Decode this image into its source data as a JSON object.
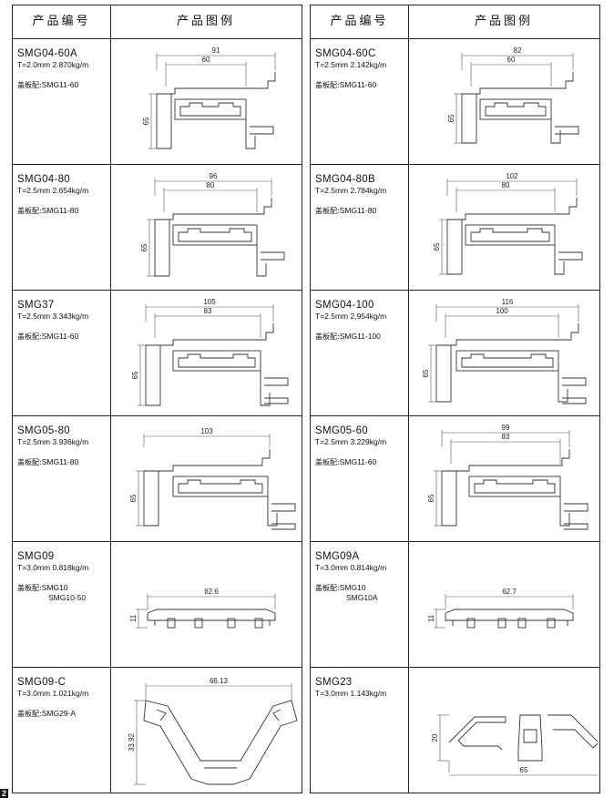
{
  "header": {
    "col_code": "产品编号",
    "col_figure": "产品图例"
  },
  "cover_label": "盖板配:",
  "left": [
    {
      "code": "SMG04-60A",
      "spec": "T=2.0mm  2.870kg/m",
      "cover": [
        "SMG11-60"
      ],
      "dims": [
        "91",
        "60",
        "65"
      ]
    },
    {
      "code": "SMG04-80",
      "spec": "T=2.5mm  2.654kg/m",
      "cover": [
        "SMG11-80"
      ],
      "dims": [
        "96",
        "80",
        "65"
      ]
    },
    {
      "code": "SMG37",
      "spec": "T=2.5mm  3.343kg/m",
      "cover": [
        "SMG11-60"
      ],
      "dims": [
        "105",
        "83",
        "65"
      ]
    },
    {
      "code": "SMG05-80",
      "spec": "T=2.5mm  3.936kg/m",
      "cover": [
        "SMG11-80"
      ],
      "dims": [
        "103",
        "65"
      ]
    },
    {
      "code": "SMG09",
      "spec": "T=3.0mm  0.818kg/m",
      "cover": [
        "SMG10",
        "SMG10-50"
      ],
      "dims": [
        "62.6",
        "11"
      ]
    },
    {
      "code": "SMG09-C",
      "spec": "T=3.0mm  1.021kg/m",
      "cover": [
        "SMG29-A"
      ],
      "dims": [
        "66.13",
        "33.92"
      ]
    }
  ],
  "right": [
    {
      "code": "SMG04-60C",
      "spec": "T=2.5mm  2.142kg/m",
      "cover": [
        "SMG11-60"
      ],
      "dims": [
        "82",
        "60",
        "65"
      ]
    },
    {
      "code": "SMG04-80B",
      "spec": "T=2.5mm  2.784kg/m",
      "cover": [
        "SMG11-80"
      ],
      "dims": [
        "102",
        "80",
        "65"
      ]
    },
    {
      "code": "SMG04-100",
      "spec": "T=2.5mm  2.954kg/m",
      "cover": [
        "SMG11-100"
      ],
      "dims": [
        "116",
        "100",
        "65"
      ]
    },
    {
      "code": "SMG05-60",
      "spec": "T=2.5mm  3.229kg/m",
      "cover": [
        "SMG11-60"
      ],
      "dims": [
        "99",
        "83",
        "65"
      ]
    },
    {
      "code": "SMG09A",
      "spec": "T=3.0mm  0.814kg/m",
      "cover": [
        "SMG10",
        "SMG10A"
      ],
      "dims": [
        "62.7",
        "11"
      ]
    },
    {
      "code": "SMG23",
      "spec": "T=3.0mm  1.143kg/m",
      "cover": [],
      "dims": [
        "20",
        "65"
      ]
    }
  ],
  "page_number": "2"
}
